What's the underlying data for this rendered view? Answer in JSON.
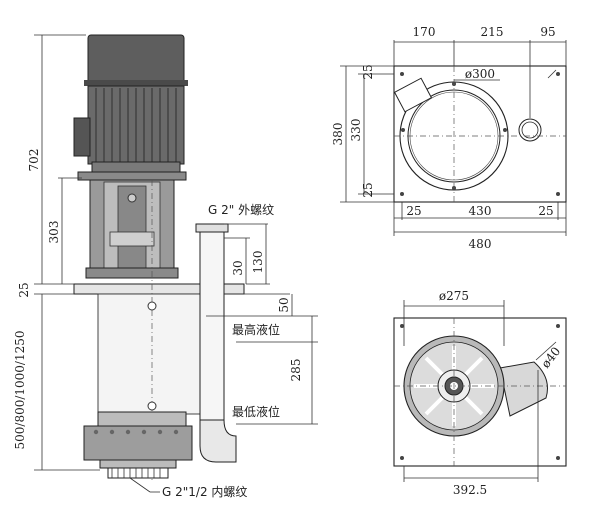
{
  "side_view": {
    "dims": {
      "total_height": "702",
      "column_height": "303",
      "plate_thickness": "25",
      "immersion_depth": "500/800/1000/1250",
      "outlet_offset_a": "30",
      "outlet_offset_b": "130",
      "upper_gap": "50",
      "level_span": "285"
    },
    "labels": {
      "outlet_thread": "G 2\" 外螺纹",
      "max_level": "最高液位",
      "min_level": "最低液位",
      "inlet_thread": "G 2\"1/2 内螺纹"
    }
  },
  "top_view": {
    "dims": {
      "top_a": "170",
      "top_b": "215",
      "top_c": "95",
      "flange_dia": "ø300",
      "height_total": "380",
      "height_inner": "330",
      "edge_top": "25",
      "edge_bottom": "25",
      "bottom_left": "25",
      "bottom_mid": "430",
      "bottom_right": "25",
      "overall_width": "480"
    }
  },
  "bottom_view": {
    "dims": {
      "casing_dia": "ø275",
      "port_dia": "ø40",
      "width": "392.5"
    }
  }
}
